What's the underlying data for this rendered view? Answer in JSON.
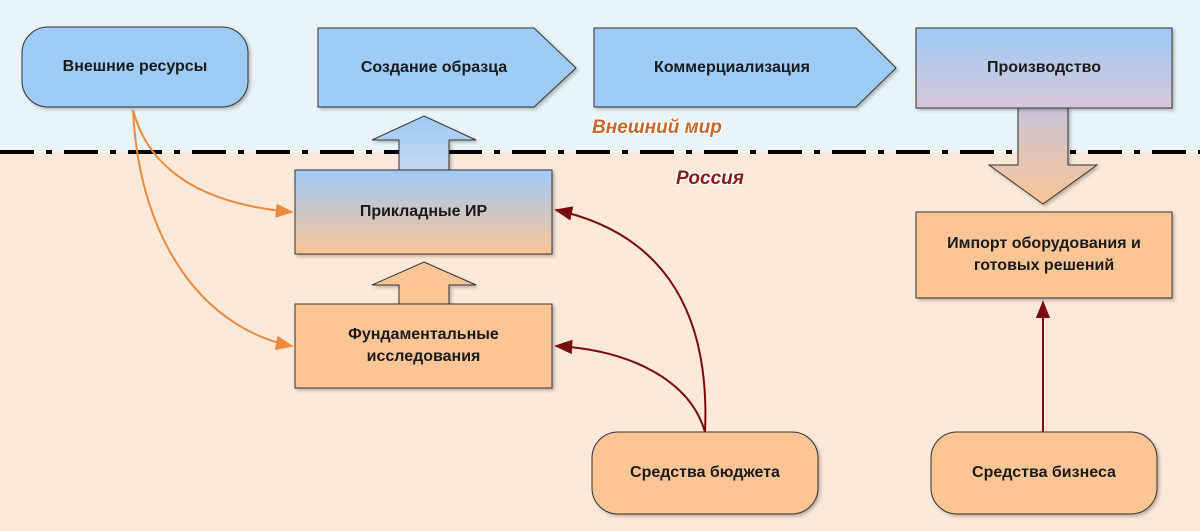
{
  "colors": {
    "sky": "#e8f4f7",
    "ground": "#fde9da",
    "blue_fill": "#9fcbf7",
    "orange_fill": "#fbc595",
    "box_stroke": "#333333",
    "orange_arrow": "#ee8a3c",
    "red_arrow": "#7a0b0b",
    "region_outer": "#c8682a",
    "region_inner": "#8b1a1a"
  },
  "regions": {
    "outer_world": "Внешний мир",
    "russia": "Россия"
  },
  "nodes": {
    "external_resources": "Внешние ресурсы",
    "prototype": "Создание образца",
    "commercialization": "Коммерциализация",
    "production": "Производство",
    "applied_rd": "Прикладные ИР",
    "fundamental_research": "Фундаментальные исследования",
    "import": "Импорт оборудования и готовых решений",
    "budget_funds": "Средства бюджета",
    "business_funds": "Средства бизнеса"
  },
  "edges": [
    {
      "from": "external_resources",
      "to": "applied_rd",
      "style": "orange"
    },
    {
      "from": "external_resources",
      "to": "fundamental_research",
      "style": "orange"
    },
    {
      "from": "budget_funds",
      "to": "applied_rd",
      "style": "red"
    },
    {
      "from": "budget_funds",
      "to": "fundamental_research",
      "style": "red"
    },
    {
      "from": "business_funds",
      "to": "import",
      "style": "red"
    },
    {
      "from": "fundamental_research",
      "to": "applied_rd",
      "style": "block-up"
    },
    {
      "from": "applied_rd",
      "to": "prototype",
      "style": "block-up"
    },
    {
      "from": "prototype",
      "to": "commercialization",
      "style": "chevron"
    },
    {
      "from": "commercialization",
      "to": "production",
      "style": "chevron"
    },
    {
      "from": "production",
      "to": "import",
      "style": "block-down"
    }
  ]
}
